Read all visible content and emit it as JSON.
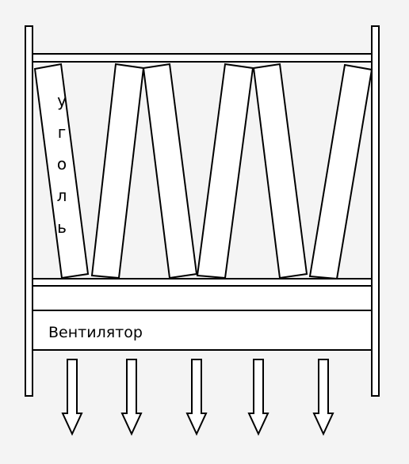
{
  "diagram": {
    "colors": {
      "background": "#f4f4f4",
      "fill": "#ffffff",
      "stroke": "#000000"
    },
    "coal_label": "уголь",
    "fan_label": "Вентилятор",
    "filter_plate_count": 6,
    "airflow_arrow_count": 5
  }
}
